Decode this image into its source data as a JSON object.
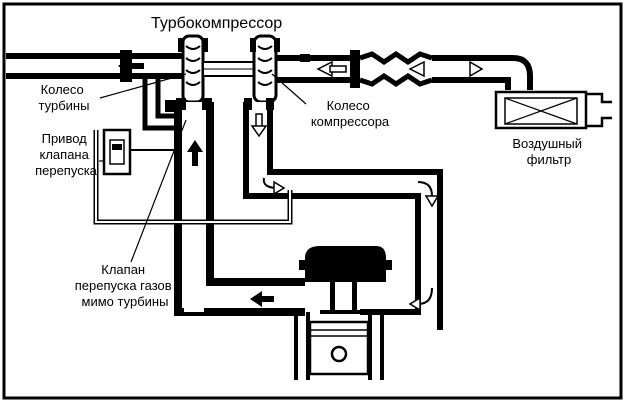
{
  "diagram": {
    "title": "Турбокомпрессор",
    "labels": {
      "turbine_wheel": [
        "Колесо",
        "турбины"
      ],
      "compressor_wheel": [
        "Колесо",
        "компрессора"
      ],
      "wastegate_actuator": [
        "Привод",
        "клапана",
        "перепуска"
      ],
      "air_filter": [
        "Воздушный",
        "фильтр"
      ],
      "wastegate_valve": [
        "Клапан",
        "перепуска газов",
        "мимо турбины"
      ]
    }
  }
}
